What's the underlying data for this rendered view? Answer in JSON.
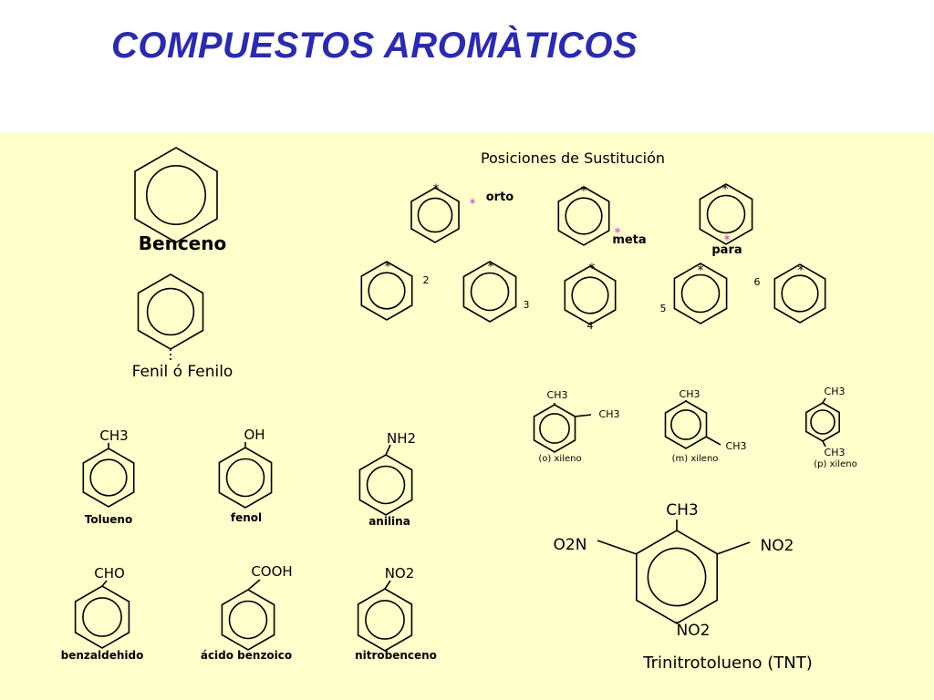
{
  "title": "COMPUESTOS AROMÀTICOS",
  "colors": {
    "title": "#2b2bab",
    "panel": "#ffffcc",
    "marker": "#cc33cc"
  },
  "left": {
    "benzene": "Benceno",
    "phenyl": "Fenil ó Fenilo",
    "toluene": {
      "group": "CH3",
      "name": "Tolueno"
    },
    "phenol": {
      "group": "OH",
      "name": "fenol"
    },
    "aniline": {
      "group": "NH2",
      "name": "anilina"
    },
    "benzaldehyde": {
      "group": "CHO",
      "name": "benzaldehido"
    },
    "benzoic": {
      "group": "COOH",
      "name": "ácido benzoico"
    },
    "nitrobenzene": {
      "group": "NO2",
      "name": "nitrobenceno"
    }
  },
  "positions": {
    "title": "Posiciones de Sustitución",
    "marker": "*",
    "orto": "orto",
    "meta": "meta",
    "para": "para",
    "n2": "2",
    "n3": "3",
    "n4": "4",
    "n5": "5",
    "n6": "6"
  },
  "xylenes": {
    "group": "CH3",
    "o": "(o) xileno",
    "m": "(m) xileno",
    "p": "(p) xileno"
  },
  "tnt": {
    "top": "CH3",
    "left": "O2N",
    "right": "NO2",
    "bottom": "NO2",
    "name": "Trinitrotolueno (TNT)"
  }
}
